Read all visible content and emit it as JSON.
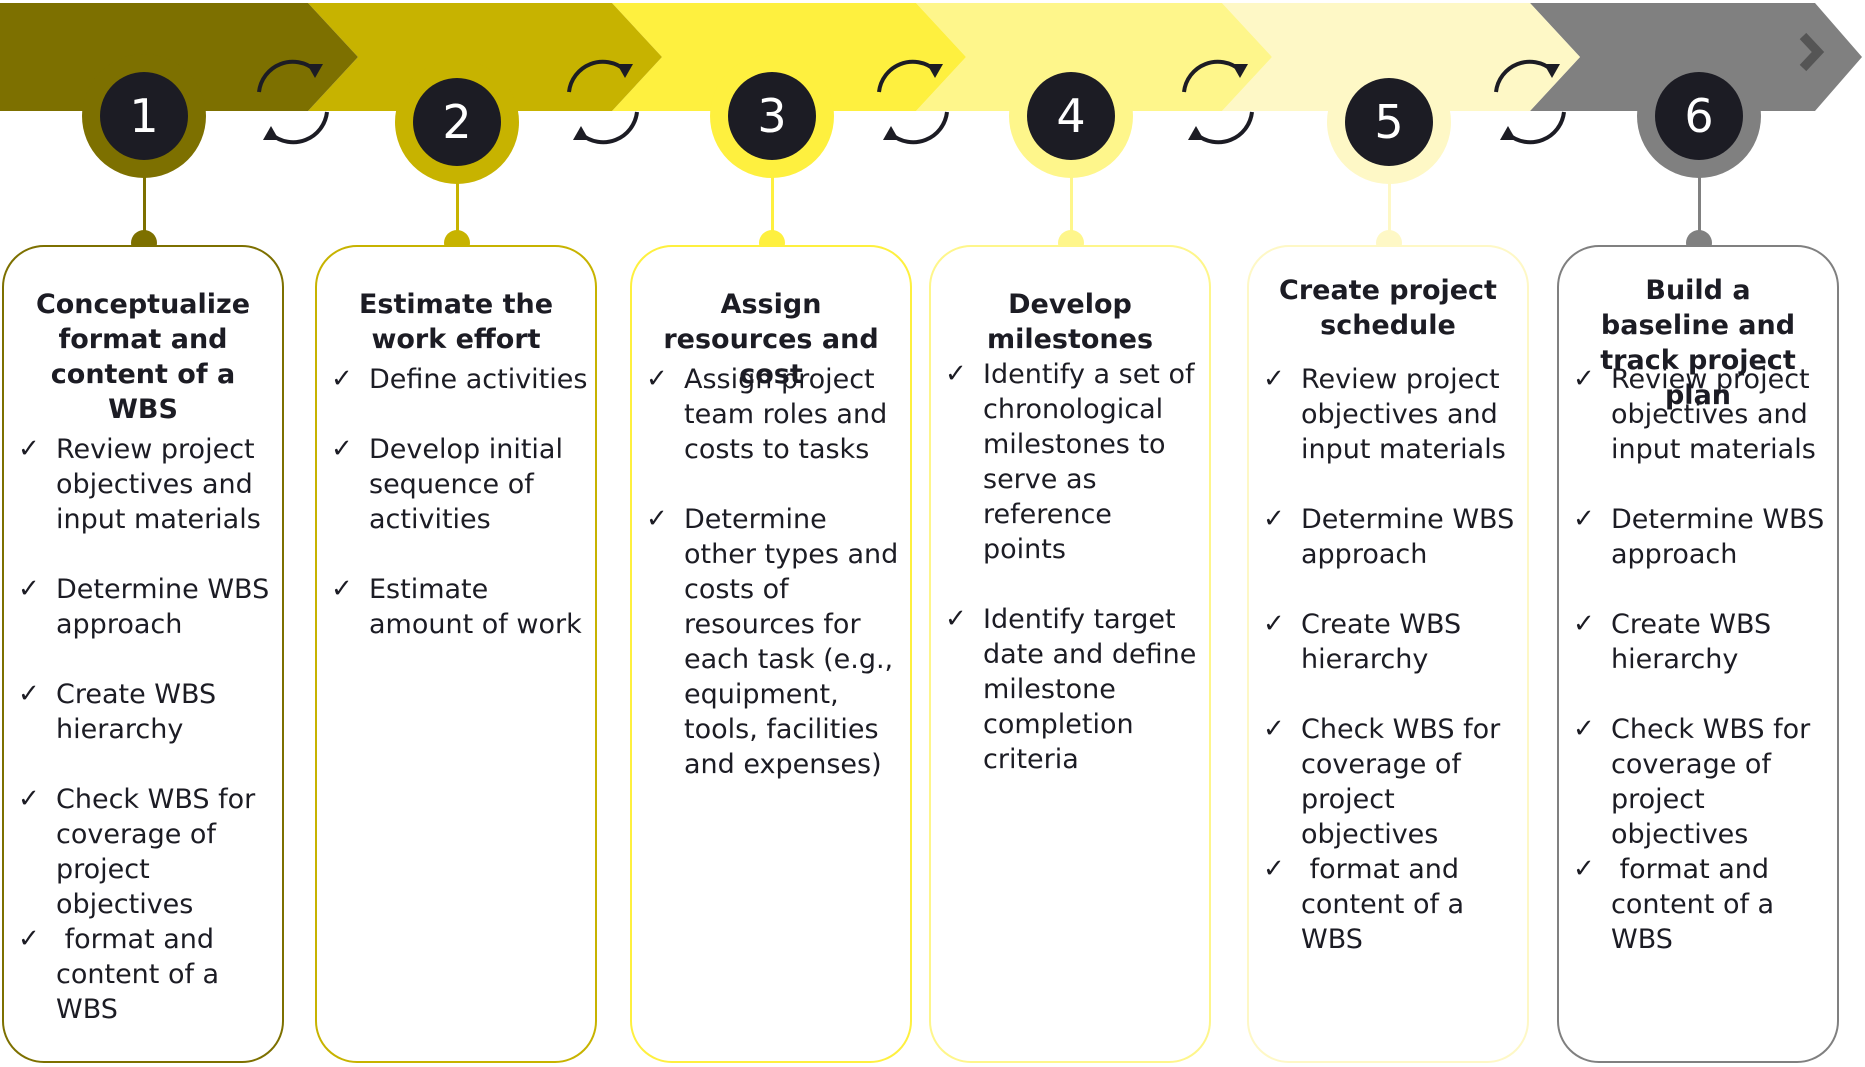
{
  "colors": {
    "step1": "#7d7000",
    "step2": "#c7b300",
    "step3": "#fef03f",
    "step4": "#fef68b",
    "step5": "#fef8c6",
    "step6": "#808080",
    "dark": "#1c1c24"
  },
  "icons": [
    "cycle-arrows-icon",
    "chevron-right-icon",
    "check-icon"
  ],
  "steps": [
    {
      "number": "1",
      "title": "Conceptualize format and content of a WBS",
      "items": [
        "Review project objectives and input materials",
        "Determine WBS approach",
        "Create WBS hierarchy",
        "Check WBS for coverage of project objectives",
        " format and content of a WBS"
      ]
    },
    {
      "number": "2",
      "title": "Estimate the work effort",
      "items": [
        "Define activities",
        "Develop initial sequence of activities",
        "Estimate amount of work"
      ]
    },
    {
      "number": "3",
      "title": "Assign resources and cost",
      "items": [
        "Assign project team roles and costs to tasks",
        "Determine other types and costs of resources for each task (e.g., equipment, tools, facilities and expenses)"
      ]
    },
    {
      "number": "4",
      "title": "Develop milestones",
      "items": [
        "Identify a set of chronological milestones to serve as reference points",
        "Identify target date and define milestone completion criteria"
      ]
    },
    {
      "number": "5",
      "title": "Create project schedule",
      "items": [
        "Review project objectives and input materials",
        "Determine WBS approach",
        "Create WBS hierarchy",
        "Check WBS for coverage of project objectives",
        " format and content of a WBS"
      ]
    },
    {
      "number": "6",
      "title": "Build a baseline and track project plan",
      "items": [
        "Review project objectives and input materials",
        "Determine WBS approach",
        "Create WBS hierarchy",
        "Check WBS for coverage of project objectives",
        " format and content of a WBS"
      ]
    }
  ]
}
